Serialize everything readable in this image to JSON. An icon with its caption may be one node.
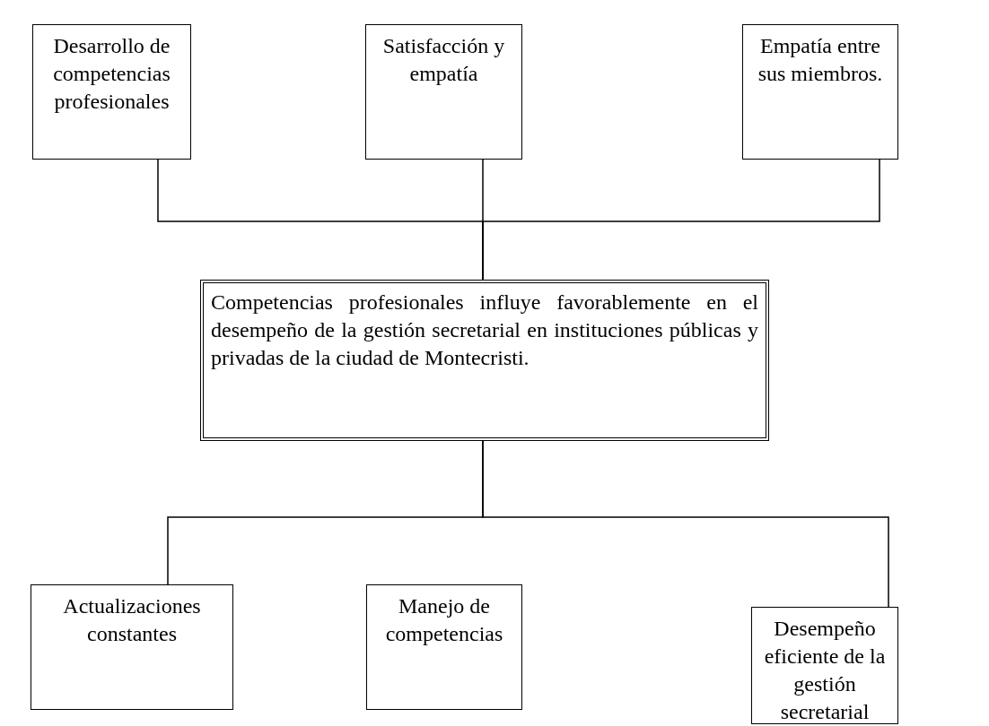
{
  "diagram": {
    "nodes": [
      {
        "text": [
          "Desarrollo de competencias profesionales"
        ]
      },
      {
        "text": [
          "Satisfacción y empatía"
        ]
      },
      {
        "text": [
          "Empatía entre sus miembros."
        ]
      },
      {
        "text": [
          "Competencias profesionales influye favorablemente en el desempeño de la gestión secretarial en instituciones públicas y privadas de la ciudad de Montecristi."
        ]
      },
      {
        "text": [
          "Actualizaciones constantes"
        ]
      },
      {
        "text": [
          "Manejo de competencias"
        ]
      },
      {
        "text": [
          "Desempeño eficiente de la gestión secretarial"
        ]
      }
    ],
    "edges": [
      {
        "from": 0,
        "to": 3,
        "arrow": "none"
      },
      {
        "from": 1,
        "to": 3,
        "arrow": "none"
      },
      {
        "from": 2,
        "to": 3,
        "arrow": "none"
      },
      {
        "from": 3,
        "to": 4,
        "arrow": "none"
      },
      {
        "from": 3,
        "to": 6,
        "arrow": "none"
      }
    ]
  }
}
